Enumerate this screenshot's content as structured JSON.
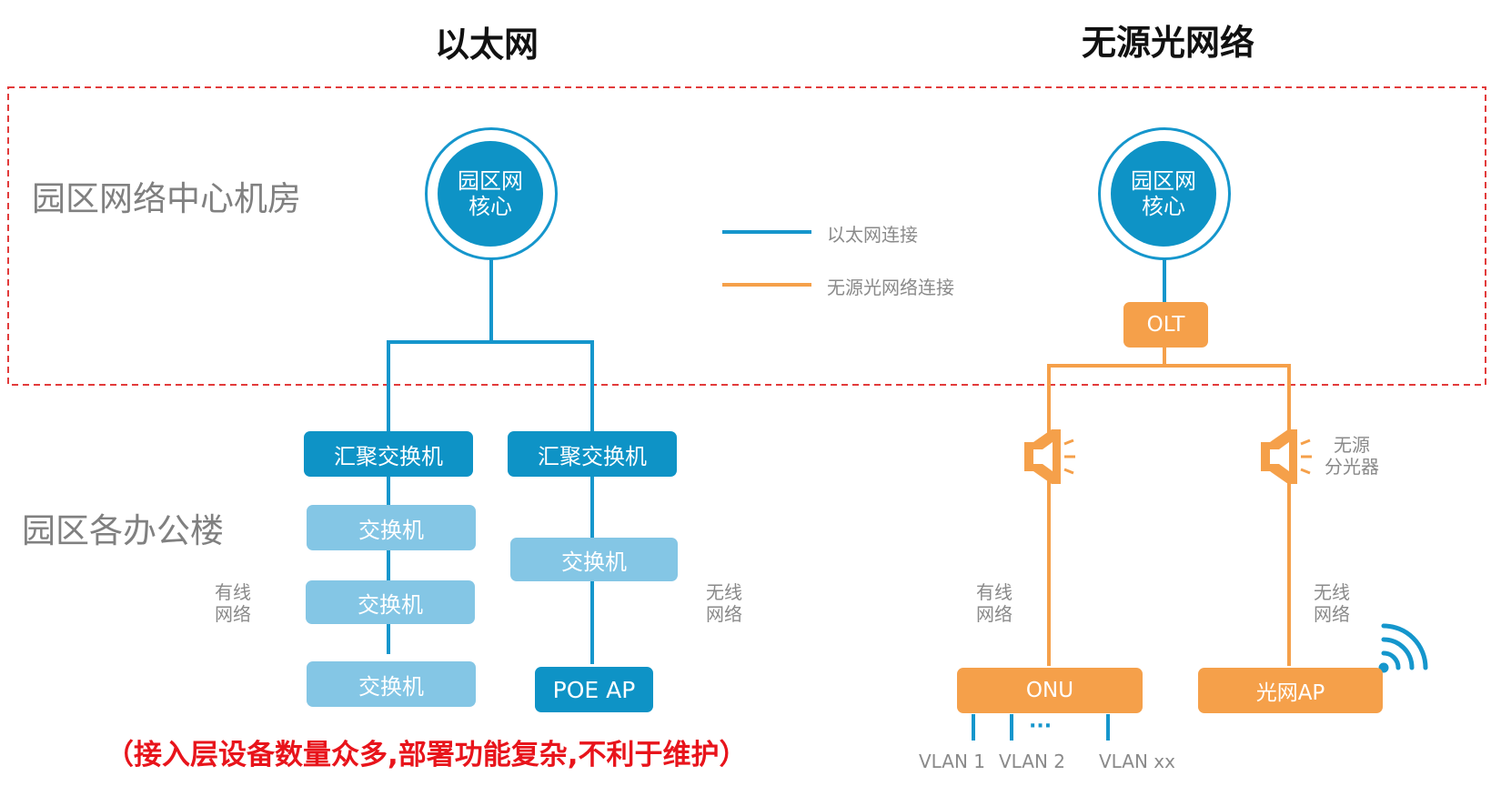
{
  "titles": {
    "ethernet": "以太网",
    "pon": "无源光网络"
  },
  "zones": {
    "data_center": "园区网络中心机房",
    "office_buildings": "园区各办公楼"
  },
  "core": {
    "line1": "园区网",
    "line2": "核心"
  },
  "ethernet_side": {
    "aggregation_switch": "汇聚交换机",
    "switch": "交换机",
    "poe_ap": "POE AP",
    "wired_line1": "有线",
    "wired_line2": "网络",
    "wireless_line1": "无线",
    "wireless_line2": "网络"
  },
  "pon_side": {
    "olt": "OLT",
    "onu": "ONU",
    "optical_ap": "光网AP",
    "splitter_line1": "无源",
    "splitter_line2": "分光器",
    "wired_line1": "有线",
    "wired_line2": "网络",
    "wireless_line1": "无线",
    "wireless_line2": "网络",
    "vlans": [
      "VLAN 1",
      "VLAN 2",
      "VLAN xx"
    ],
    "ellipsis": "···"
  },
  "legend": {
    "ethernet_link": "以太网连接",
    "pon_link": "无源光网络连接"
  },
  "note": "（接入层设备数量众多,部署功能复杂,不利于维护）",
  "colors": {
    "ethernet": "#1596cc",
    "pon": "#f5a04a",
    "dashed_border": "#e23b3b",
    "note": "#e8141b"
  }
}
